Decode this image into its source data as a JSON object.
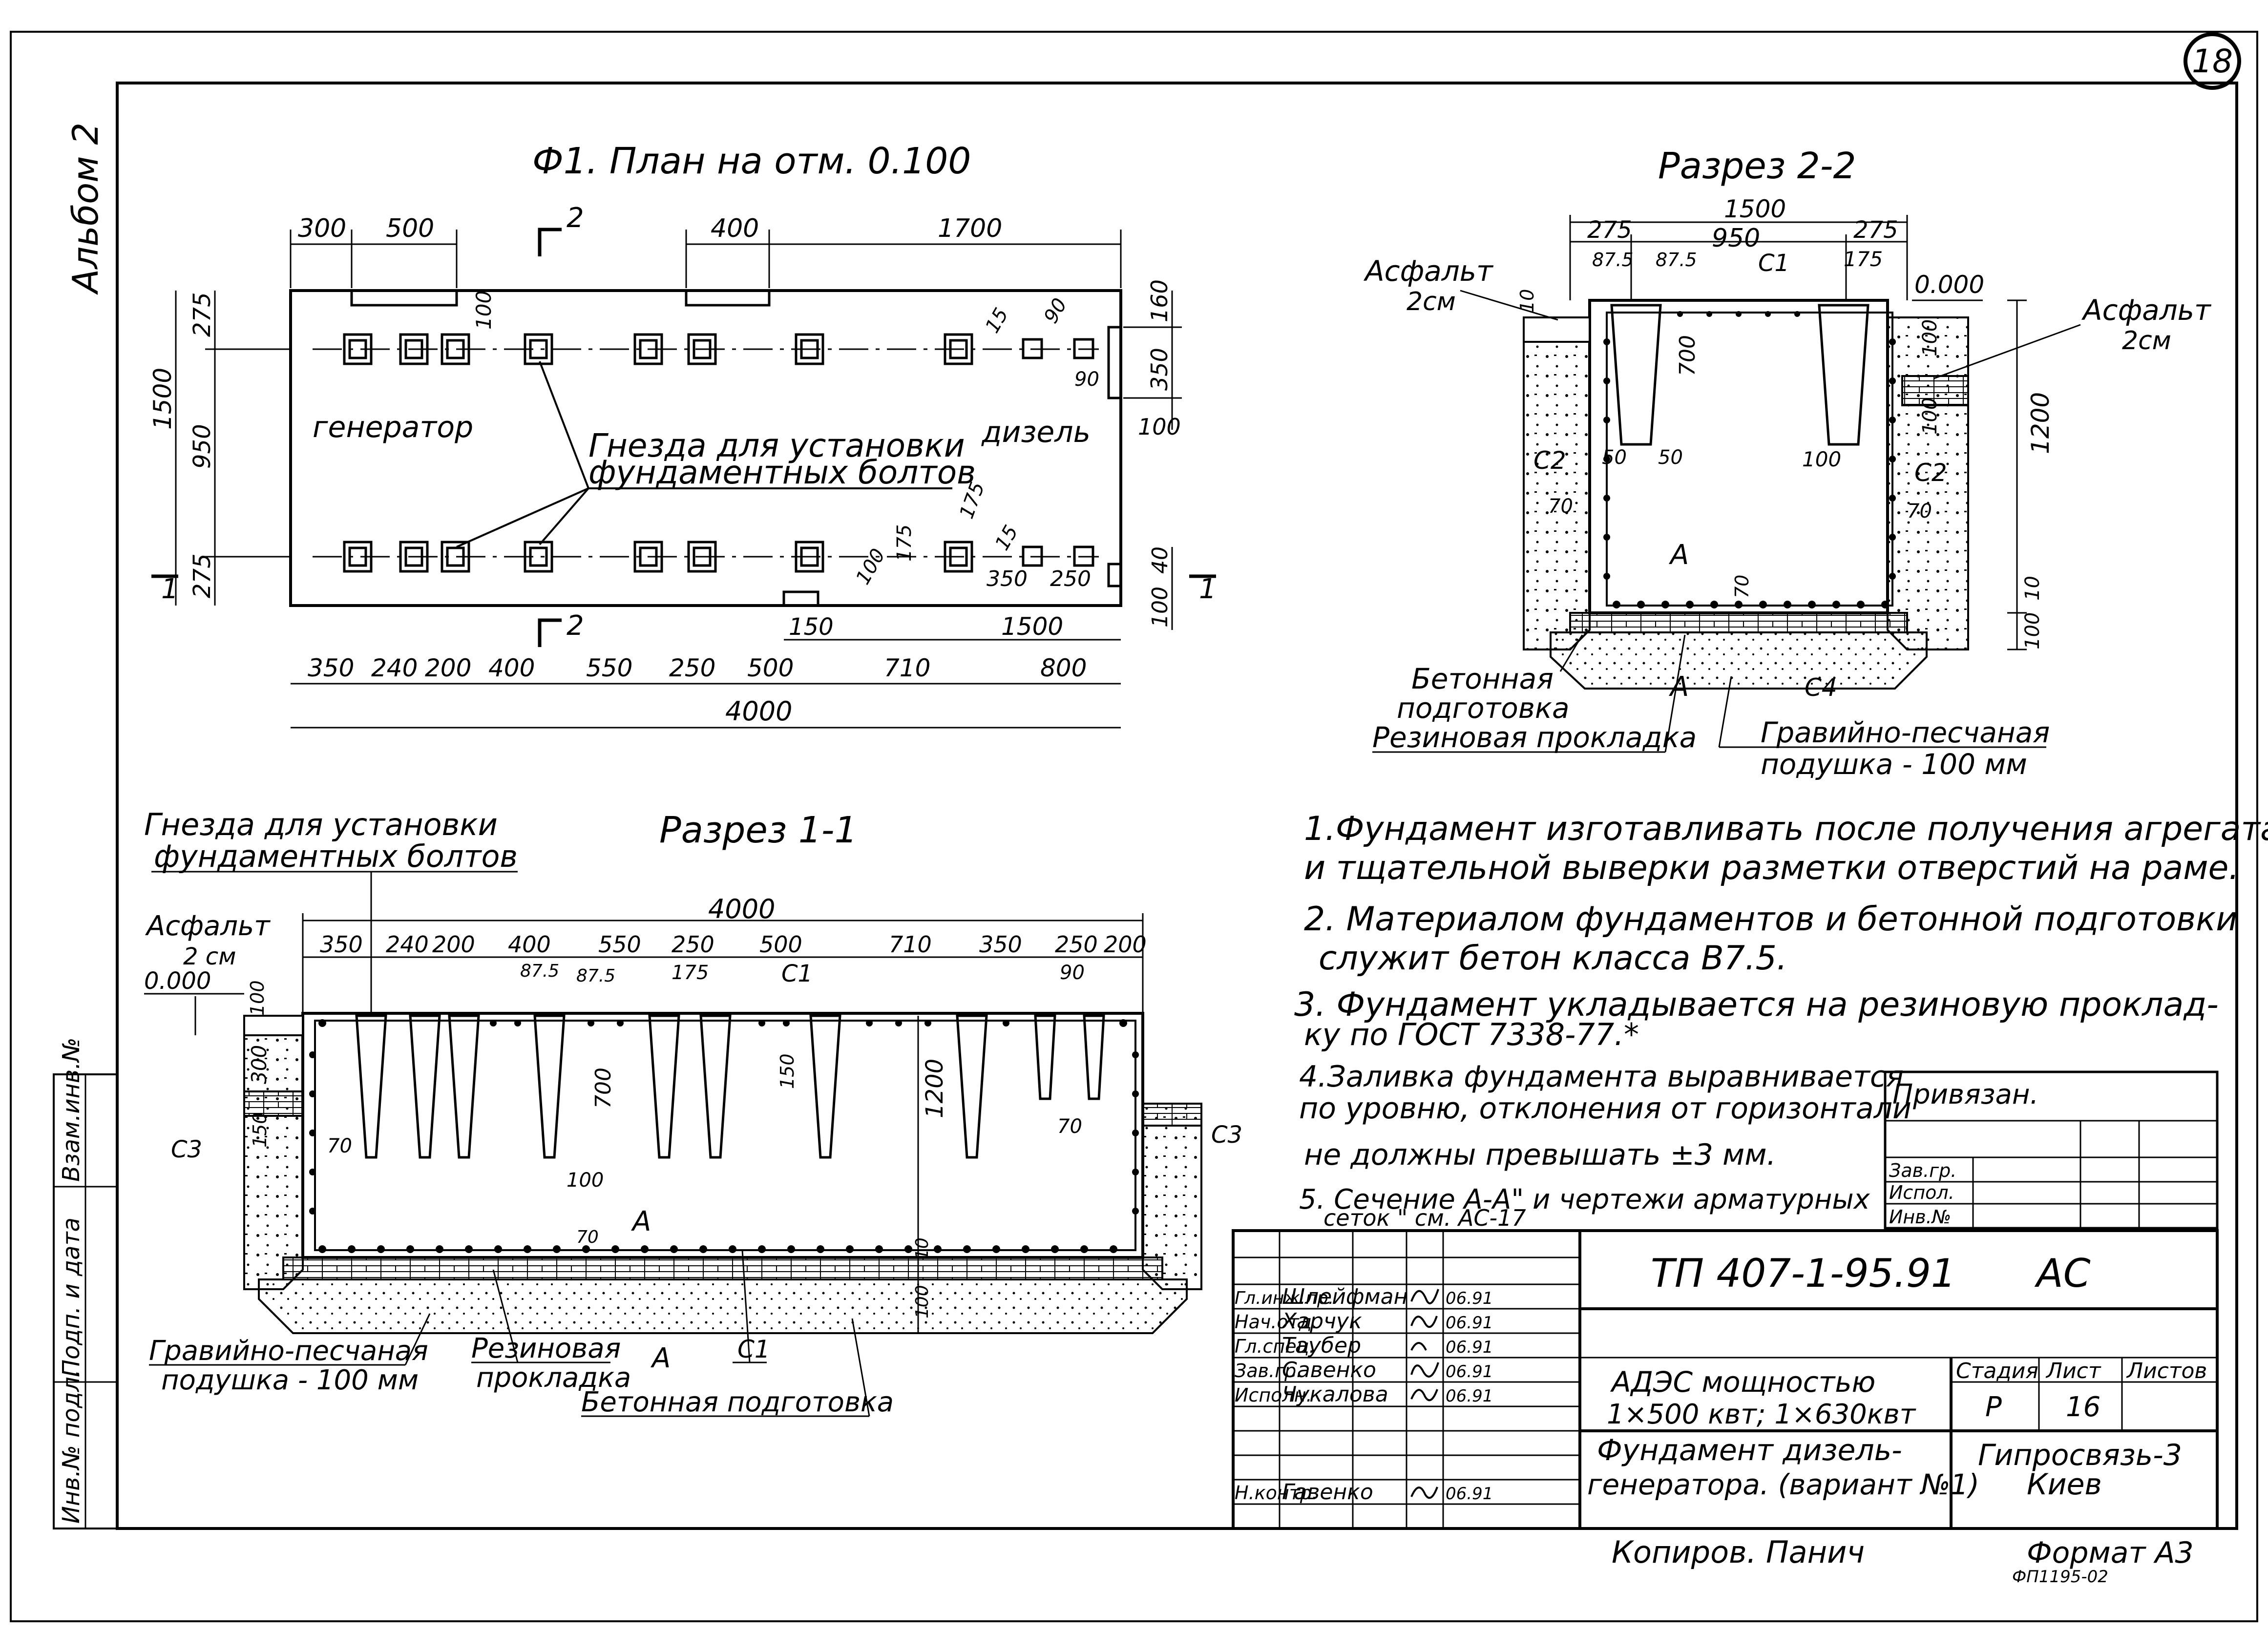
{
  "sheet": {
    "number": "18",
    "album": "Альбом 2",
    "format": "Формат А3",
    "copied_by": "Копиров. Панич",
    "bottom_code": "ФП1195-02"
  },
  "plan": {
    "title": "Ф1. План на отм. 0.100",
    "label_generator": "генератор",
    "label_diesel": "дизель",
    "note_line1": "Гнезда для установки",
    "note_line2": "фундаментных болтов",
    "section_mark_2": "2",
    "section_mark_1": "1",
    "dims_top": [
      "300",
      "500",
      "400",
      "1700"
    ],
    "dims_bottom": [
      "350",
      "240",
      "200",
      "400",
      "550",
      "250",
      "500",
      "710",
      "800"
    ],
    "dim_total": "4000",
    "dims_left": [
      "275",
      "950",
      "275",
      "1500"
    ],
    "dims_right": [
      "160",
      "350",
      "100",
      "40",
      "100"
    ],
    "dims_inner": [
      "100",
      "15",
      "90",
      "90",
      "175",
      "175",
      "100",
      "15",
      "350",
      "250",
      "150",
      "1500"
    ]
  },
  "section22": {
    "title": "Разрез 2-2",
    "dims_top": [
      "1500",
      "275",
      "950",
      "275",
      "87.5",
      "87.5",
      "175"
    ],
    "label_c1": "С1",
    "label_c2": "С2",
    "label_c4": "С4",
    "label_a": "А",
    "asphalt_left": "Асфальт",
    "asphalt_left_sub": "2см",
    "asphalt_right": "Асфальт",
    "asphalt_right_sub": "2см",
    "level": "0.000",
    "dims_inner": [
      "700",
      "50",
      "50",
      "100",
      "70",
      "70",
      "70",
      "100",
      "100",
      "1200",
      "10",
      "100",
      "10"
    ],
    "label_concrete": "Бетонная",
    "label_concrete2": "подготовка",
    "label_rubber": "Резиновая прокладка",
    "label_gravel": "Гравийно-песчаная",
    "label_gravel2": "подушка - 100 мм"
  },
  "section11": {
    "title": "Разрез 1-1",
    "note_line1": "Гнезда для установки",
    "note_line2": "фундаментных болтов",
    "asphalt": "Асфальт",
    "asphalt_sub": "2 см",
    "level": "0.000",
    "dim_total": "4000",
    "dims_top": [
      "350",
      "240",
      "200",
      "400",
      "550",
      "250",
      "500",
      "710",
      "350",
      "250",
      "200"
    ],
    "dims_sub": [
      "87.5",
      "87.5",
      "175",
      "90"
    ],
    "dims_inner": [
      "100",
      "300",
      "150",
      "70",
      "700",
      "150",
      "1200",
      "100",
      "70",
      "70",
      "10",
      "100"
    ],
    "label_c1": "С1",
    "label_c1b": "С1",
    "label_c3_left": "С3",
    "label_c3_right": "С3",
    "label_a": "А",
    "label_gravel": "Гравийно-песчаная",
    "label_gravel2": "подушка - 100 мм",
    "label_rubber": "Резиновая",
    "label_rubber2": "прокладка",
    "label_concrete": "Бетонная подготовка"
  },
  "notes": [
    "1.Фундамент изготавливать после получения агрегата",
    "и тщательной выверки разметки отверстий на раме.",
    "2. Материалом фундаментов и бетонной подготовки",
    "служит бетон класса В7.5.",
    "3. Фундамент укладывается на резиновую проклад-",
    "ку по ГОСТ 7338-77.*",
    "4.Заливка фундамента выравнивается",
    "по уровню, отклонения от горизонтали",
    "не должны превышать ±3 мм.",
    "5. Сечение А-А\" и чертежи арматурных",
    "сеток \" см. АС-17"
  ],
  "stamp_side": [
    "Инв.№ подл.",
    "Подп. и дата",
    "Взам.инв.№"
  ],
  "binding": {
    "title": "Привязан.",
    "rows": [
      "Зав.гр.",
      "Испол.",
      "Инв.№"
    ]
  },
  "title_block": {
    "code": "ТП 407-1-95.91",
    "mark": "АС",
    "people": [
      {
        "role": "Гл.инж.пр.",
        "name": "Шлейфман",
        "date": "06.91"
      },
      {
        "role": "Нач.отд.",
        "name": "Харчук",
        "date": "06.91"
      },
      {
        "role": "Гл.спец.",
        "name": "Таубер",
        "date": "06.91"
      },
      {
        "role": "Зав.гр.",
        "name": "Савенко",
        "date": "06.91"
      },
      {
        "role": "Исполн.",
        "name": "Чукалова",
        "date": "06.91"
      },
      {
        "role": "Н.контр.",
        "name": "Гавенко",
        "date": "06.91"
      }
    ],
    "object_line1": "АДЭС мощностью",
    "object_line2": "1×500 квт; 1×630квт",
    "sheet_line1": "Фундамент дизель-",
    "sheet_line2": "генератора. (вариант №1)",
    "stage_label": "Стадия",
    "sheet_label": "Лист",
    "sheets_label": "Листов",
    "stage": "Р",
    "sheet": "16",
    "org_line1": "Гипросвязь-3",
    "org_line2": "Киев"
  }
}
